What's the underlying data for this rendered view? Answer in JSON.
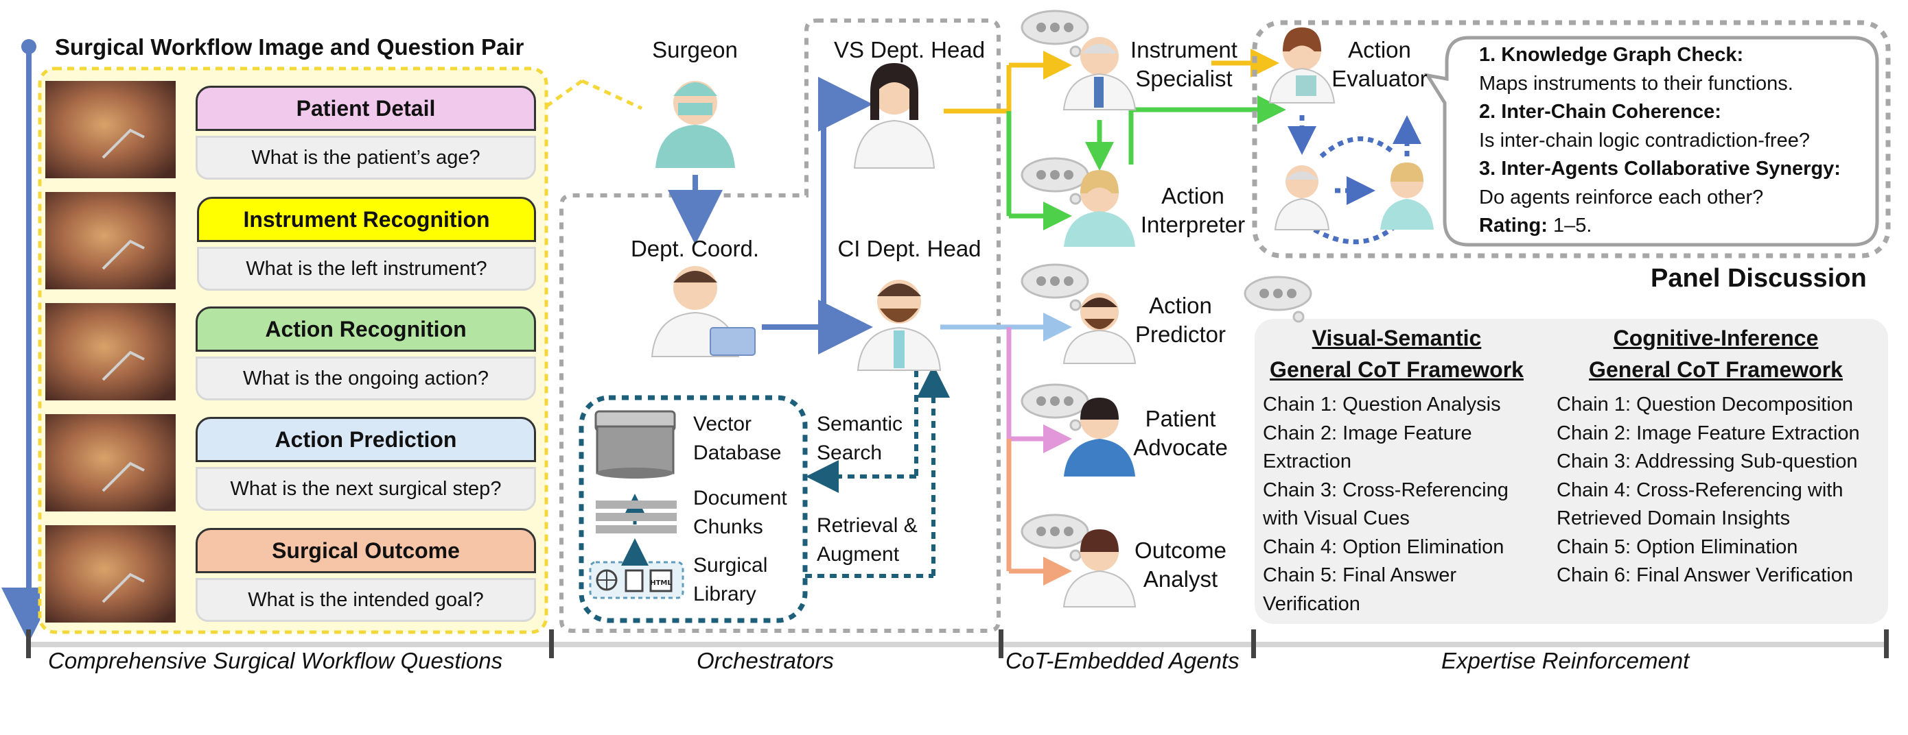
{
  "left_panel": {
    "title": "Surgical Workflow Image and Question Pair",
    "categories": [
      {
        "label": "Patient Detail",
        "question": "What is the patient’s age?",
        "color": "#f0c9ec"
      },
      {
        "label": "Instrument Recognition",
        "question": "What is the left instrument?",
        "color": "#ffff00"
      },
      {
        "label": "Action Recognition",
        "question": "What is the ongoing action?",
        "color": "#b4e4a2"
      },
      {
        "label": "Action Prediction",
        "question": "What is the next surgical step?",
        "color": "#d9e8f7"
      },
      {
        "label": "Surgical Outcome",
        "question": "What is the intended goal?",
        "color": "#f6c5a8"
      }
    ]
  },
  "orchestrators": {
    "surgeon": "Surgeon",
    "coord": "Dept. Coord.",
    "vs_head": "VS Dept. Head",
    "ci_head": "CI Dept. Head",
    "rag": {
      "vector_db": [
        "Vector",
        "Database"
      ],
      "doc_chunks": [
        "Document",
        "Chunks"
      ],
      "library": [
        "Surgical",
        "Library"
      ],
      "semantic_search": [
        "Semantic",
        "Search"
      ],
      "retrieval": [
        "Retrieval &",
        "Augment"
      ]
    }
  },
  "agents": [
    {
      "name": [
        "Instrument",
        "Specialist"
      ]
    },
    {
      "name": [
        "Action",
        "Interpreter"
      ]
    },
    {
      "name": [
        "Action",
        "Predictor"
      ]
    },
    {
      "name": [
        "Patient",
        "Advocate"
      ]
    },
    {
      "name": [
        "Outcome",
        "Analyst"
      ]
    }
  ],
  "panel": {
    "evaluator": [
      "Action",
      "Evaluator"
    ],
    "criteria": [
      {
        "title": "1. Knowledge Graph Check:",
        "desc": "Maps instruments to their functions."
      },
      {
        "title": "2. Inter-Chain Coherence:",
        "desc": "Is inter-chain logic contradiction-free?"
      },
      {
        "title": "3. Inter-Agents Collaborative Synergy:",
        "desc": "Do agents reinforce each other?"
      }
    ],
    "rating_label": "Rating:",
    "rating_value": "1–5.",
    "title": "Panel Discussion"
  },
  "frameworks": {
    "visual": {
      "title": [
        "Visual-Semantic",
        "General CoT Framework"
      ],
      "chains": [
        "Chain 1: Question Analysis",
        "Chain 2: Image Feature",
        "Extraction",
        "Chain 3: Cross-Referencing",
        "with Visual Cues",
        "Chain 4: Option Elimination",
        "Chain 5: Final Answer",
        "Verification"
      ]
    },
    "cognitive": {
      "title": [
        "Cognitive-Inference",
        "General CoT Framework"
      ],
      "chains": [
        "Chain 1: Question Decomposition",
        "Chain 2: Image Feature Extraction",
        "Chain 3: Addressing Sub-question",
        "Chain 4: Cross-Referencing with",
        "Retrieved Domain Insights",
        "Chain 5: Option Elimination",
        "Chain 6: Final Answer Verification"
      ]
    }
  },
  "footer": {
    "s1": "Comprehensive Surgical Workflow Questions",
    "s2": "Orchestrators",
    "s3": "CoT-Embedded Agents",
    "s4": "Expertise Reinforcement"
  }
}
